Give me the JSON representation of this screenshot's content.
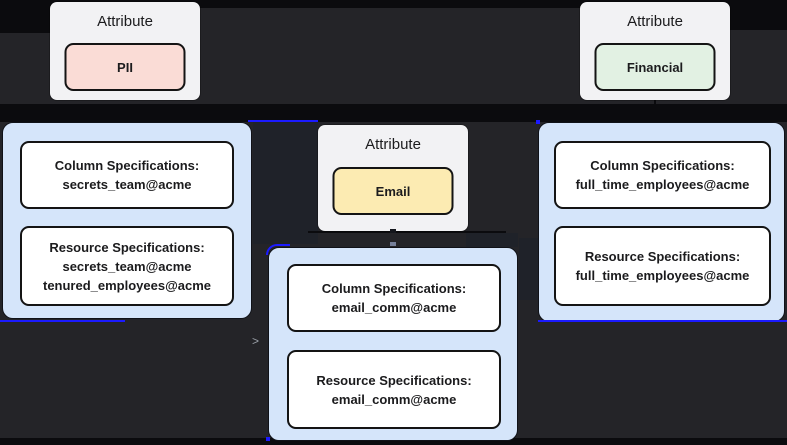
{
  "canvas": {
    "background": "#242428",
    "edge_dark_color": "#0b0b0e",
    "edge_highlight_color": "#1b1aff",
    "container_color": "#d5e5fa",
    "node_color": "#f2f2f4"
  },
  "attribute_nodes": [
    {
      "label": "Attribute",
      "value": "PII",
      "value_bg": "#fadcd6"
    },
    {
      "label": "Attribute",
      "value": "Financial",
      "value_bg": "#e2f1e3"
    },
    {
      "label": "Attribute",
      "value": "Email",
      "value_bg": "#fcebb2"
    }
  ],
  "spec_groups": [
    {
      "column_lines": [
        "Column Specifications:",
        "secrets_team@acme"
      ],
      "resource_lines": [
        "Resource Specifications:",
        "secrets_team@acme",
        "tenured_employees@acme"
      ]
    },
    {
      "column_lines": [
        "Column Specifications:",
        "email_comm@acme"
      ],
      "resource_lines": [
        "Resource Specifications:",
        "email_comm@acme"
      ]
    },
    {
      "column_lines": [
        "Column Specifications:",
        "full_time_employees@acme"
      ],
      "resource_lines": [
        "Resource Specifications:",
        "full_time_employees@acme"
      ]
    }
  ],
  "decorations": {
    "chevron": ">"
  }
}
